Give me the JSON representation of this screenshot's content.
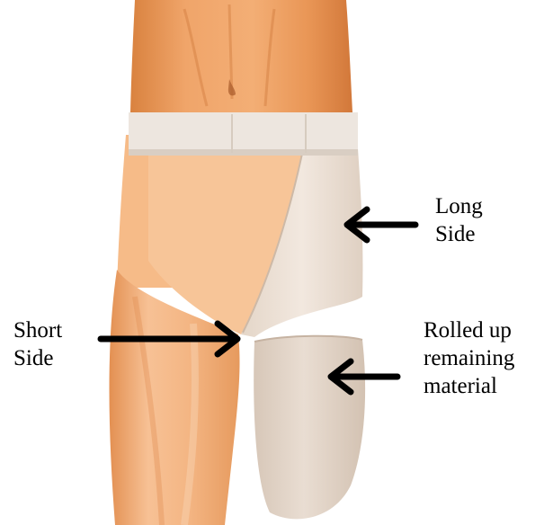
{
  "figure": {
    "labels": {
      "long_side": [
        "Long",
        "Side"
      ],
      "short_side": [
        "Short",
        "Side"
      ],
      "rolled_up": [
        "Rolled up",
        "remaining",
        "material"
      ]
    },
    "colors": {
      "skin_light": "#f8c79a",
      "skin_mid": "#eea36c",
      "skin_dark": "#d9823f",
      "bandage": "#efe4da",
      "bandage_shadow": "#dcc9b9",
      "belt": "#ede6df",
      "arrow": "#000000"
    }
  }
}
